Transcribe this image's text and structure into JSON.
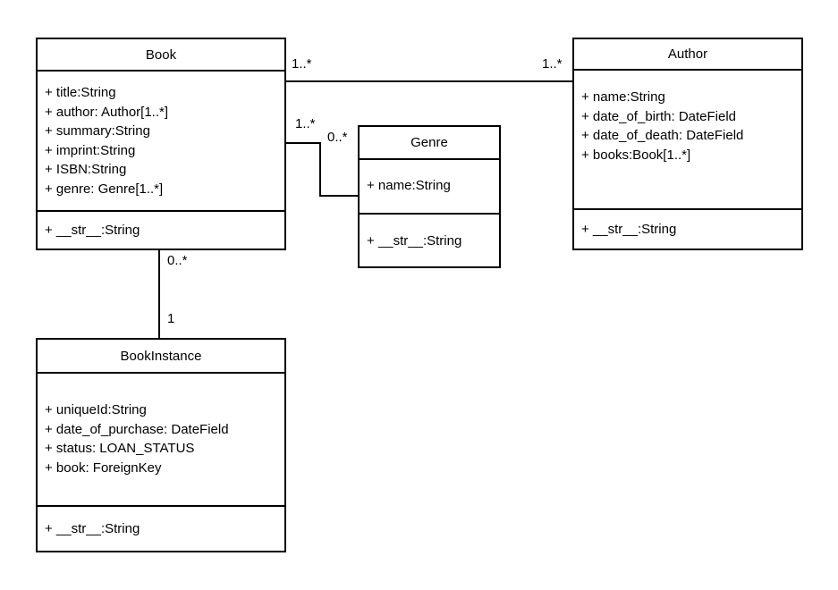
{
  "colors": {
    "background": "#ffffff",
    "stroke": "#000000",
    "text": "#000000",
    "box_fill": "#ffffff"
  },
  "classes": {
    "book": {
      "title": "Book",
      "attributes": [
        "+ title:String",
        "+ author: Author[1..*]",
        "+ summary:String",
        "+ imprint:String",
        "+ ISBN:String",
        "+ genre: Genre[1..*]"
      ],
      "methods": [
        "+ __str__:String"
      ]
    },
    "author": {
      "title": "Author",
      "attributes": [
        "+ name:String",
        "+ date_of_birth: DateField",
        "+ date_of_death: DateField",
        "+ books:Book[1..*]"
      ],
      "methods": [
        "+ __str__:String"
      ]
    },
    "genre": {
      "title": "Genre",
      "attributes": [
        "+ name:String"
      ],
      "methods": [
        "+ __str__:String"
      ]
    },
    "book_instance": {
      "title": "BookInstance",
      "attributes": [
        "+ uniqueId:String",
        "+ date_of_purchase: DateField",
        "+ status: LOAN_STATUS",
        "+ book: ForeignKey"
      ],
      "methods": [
        "+ __str__:String"
      ]
    }
  },
  "associations": {
    "book_author": {
      "book_end": "1..*",
      "author_end": "1..*"
    },
    "book_genre": {
      "book_end": "1..*",
      "genre_end": "0..*"
    },
    "book_bookinstance": {
      "book_end": "0..*",
      "bookinstance_end": "1"
    }
  }
}
